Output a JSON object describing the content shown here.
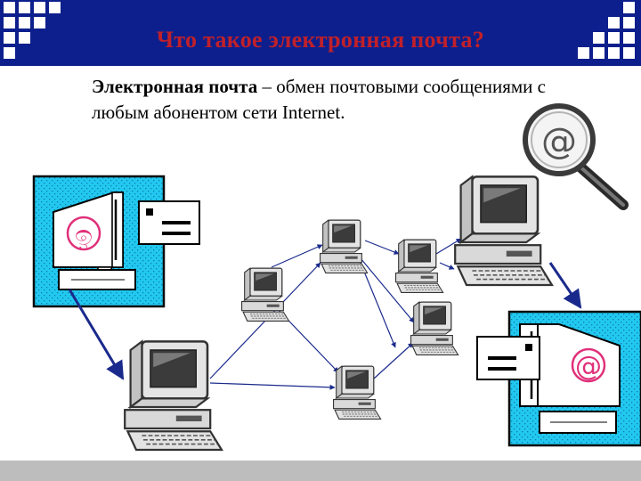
{
  "slide": {
    "title": "Что такое электронная почта?",
    "definition_term": "Электронная почта",
    "definition_rest": " – обмен почтовыми сообщениями с любым абонентом сети Internet.",
    "at_symbol": "@",
    "handwritten_at_symbol": "ඉ"
  },
  "colors": {
    "header": "#0d1f8c",
    "title": "#c0202a",
    "panel_bg": "#22c8f0",
    "arrow": "#1a2a8c",
    "footer": "#bdbdbd"
  }
}
